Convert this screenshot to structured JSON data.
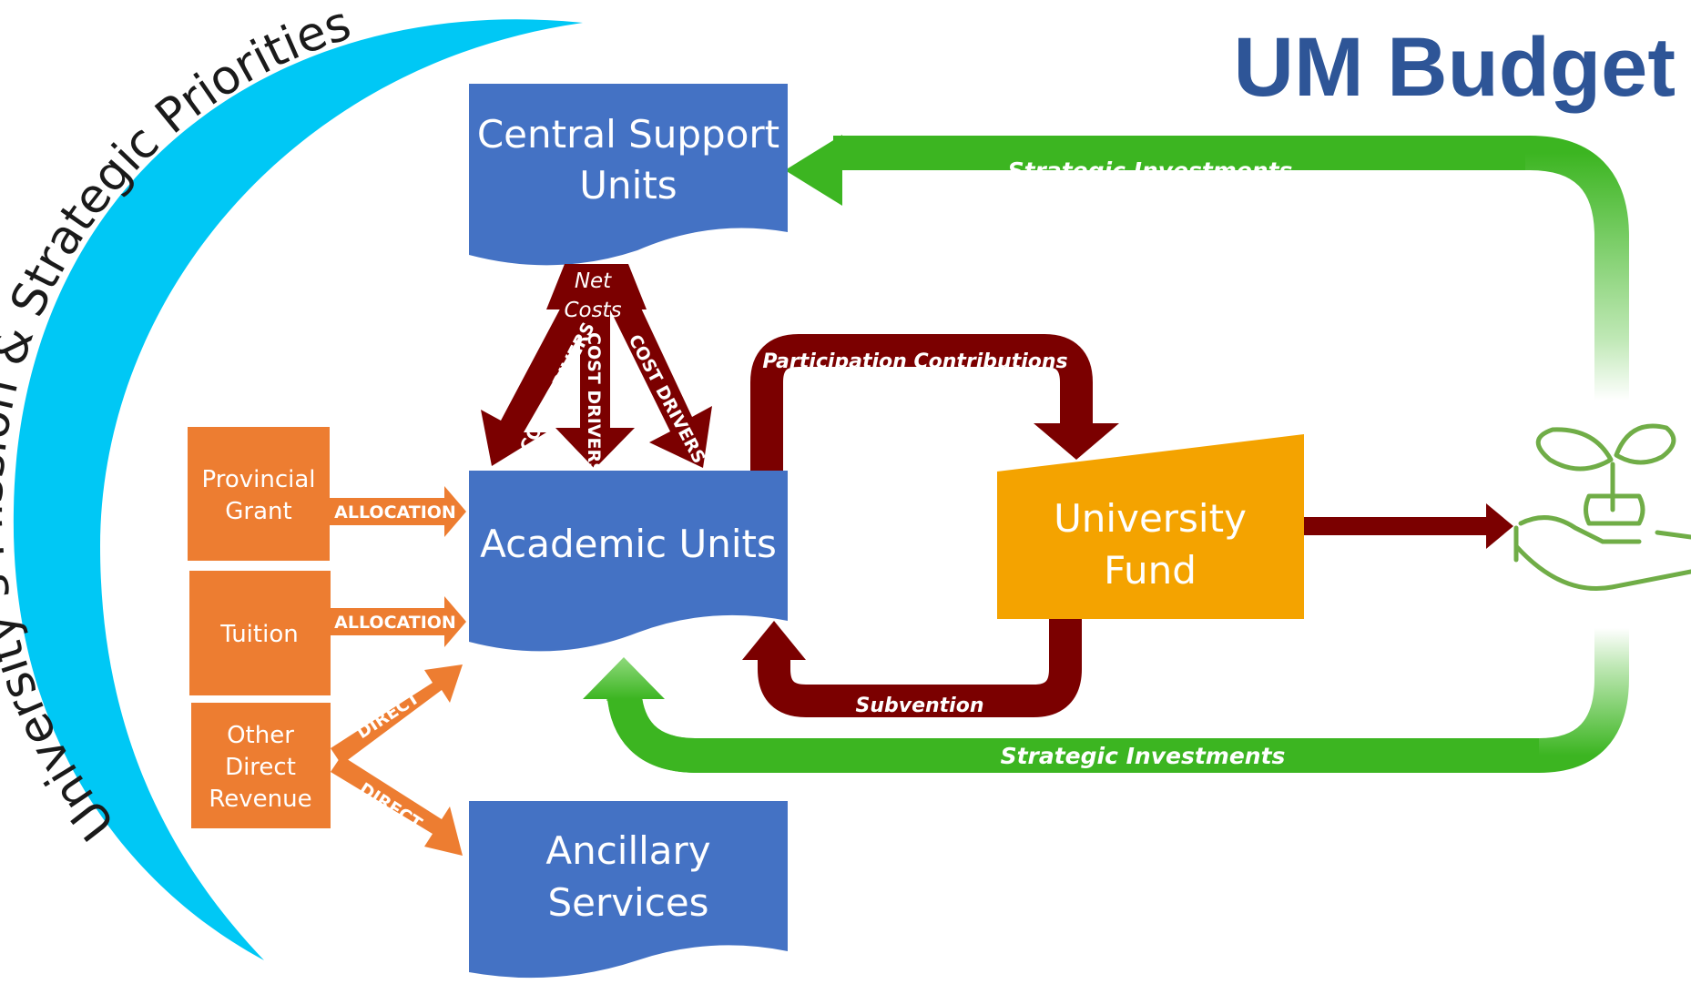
{
  "title": "UM Budget",
  "arc_label": "University’s Mission & Strategic Priorities",
  "units": {
    "central_support": [
      "Central Support",
      "Units"
    ],
    "academic": "Academic Units",
    "ancillary": [
      "Ancillary",
      "Services"
    ],
    "university_fund": [
      "University",
      "Fund"
    ]
  },
  "sources": {
    "provincial_grant": [
      "Provincial",
      "Grant"
    ],
    "tuition": "Tuition",
    "other_direct_revenue": [
      "Other",
      "Direct",
      "Revenue"
    ]
  },
  "flow_labels": {
    "allocation_1": "ALLOCATION",
    "allocation_2": "ALLOCATION",
    "direct_1": "DIRECT",
    "direct_2": "DIRECT",
    "net_costs": [
      "Net",
      "Costs"
    ],
    "cost_drivers_left": "COST DRIVERS",
    "cost_drivers_middle": "COST DRIVERS",
    "cost_drivers_right": "COST DRIVERS",
    "participation_contributions": "Participation Contributions",
    "subvention": "Subvention",
    "strategic_investments_top": "Strategic Investments",
    "strategic_investments_bottom": "Strategic Investments"
  },
  "icons": {
    "growth": "hand-holding-plant-icon"
  },
  "colors": {
    "title": "#2e5597",
    "unit_blue": "#4472c4",
    "source_orange": "#ed7d31",
    "fund_gold": "#f4a300",
    "dark_red": "#7b0000",
    "green": "#3cb521",
    "arc_cyan": "#00c8f5",
    "icon_green": "#70ad47"
  }
}
